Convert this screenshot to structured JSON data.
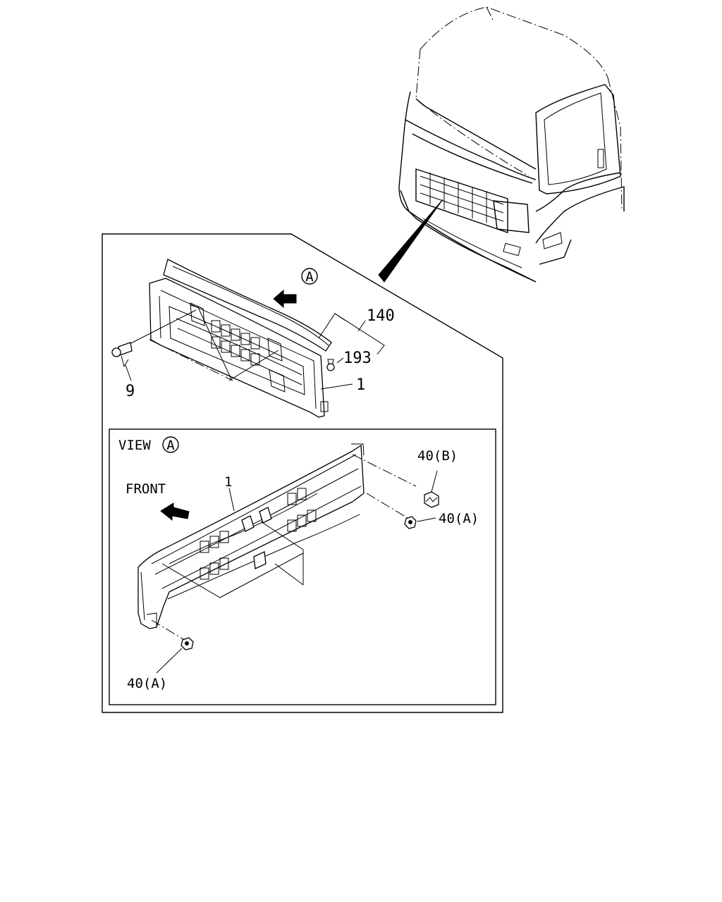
{
  "diagram": {
    "callouts": {
      "part_140": "140",
      "part_193": "193",
      "part_1_upper": "1",
      "part_9": "9",
      "view_marker": "A",
      "view_label": "VIEW",
      "view_marker_inset": "A",
      "front_label": "FRONT",
      "part_1_lower": "1",
      "part_40b": "40(B)",
      "part_40a_right": "40(A)",
      "part_40a_left": "40(A)"
    },
    "icons": [
      "truck-cab-drawing",
      "grille-assembly",
      "bolt-icon",
      "clip-icon",
      "nut-icon",
      "direction-arrow-icon"
    ]
  }
}
